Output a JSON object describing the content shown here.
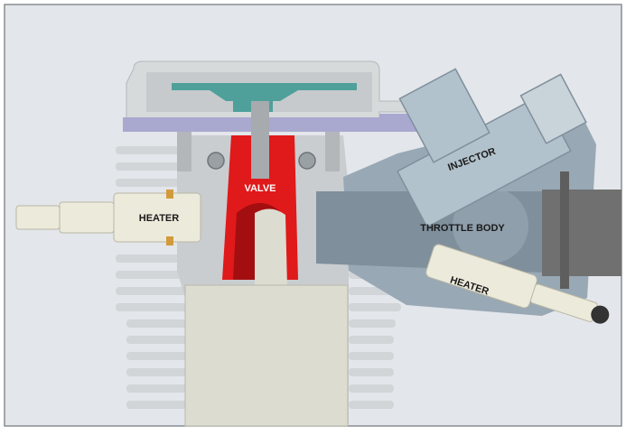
{
  "labels": {
    "valve": "VALVE",
    "heater_left": "HEATER",
    "injector": "INJECTOR",
    "throttle_body": "THROTTLE BODY",
    "heater_right": "HEATER"
  },
  "colors": {
    "background": "#e3e6ea",
    "frame": "#8a8d91",
    "casting": "#c9cdd0",
    "casting_light": "#d8dbdd",
    "fin": "#d2d5d7",
    "cap": "#d7dadb",
    "gasket": "#a9a8cf",
    "diaphragm": "#4fa09a",
    "valve": "#e0191b",
    "valve_dark": "#a30e10",
    "piston": "#dcdcd0",
    "heater": "#eceadb",
    "intake": "#98a8b5",
    "intake_dark": "#7f8f9c",
    "injector": "#b2c2cc",
    "outer_pipe": "#707070"
  }
}
